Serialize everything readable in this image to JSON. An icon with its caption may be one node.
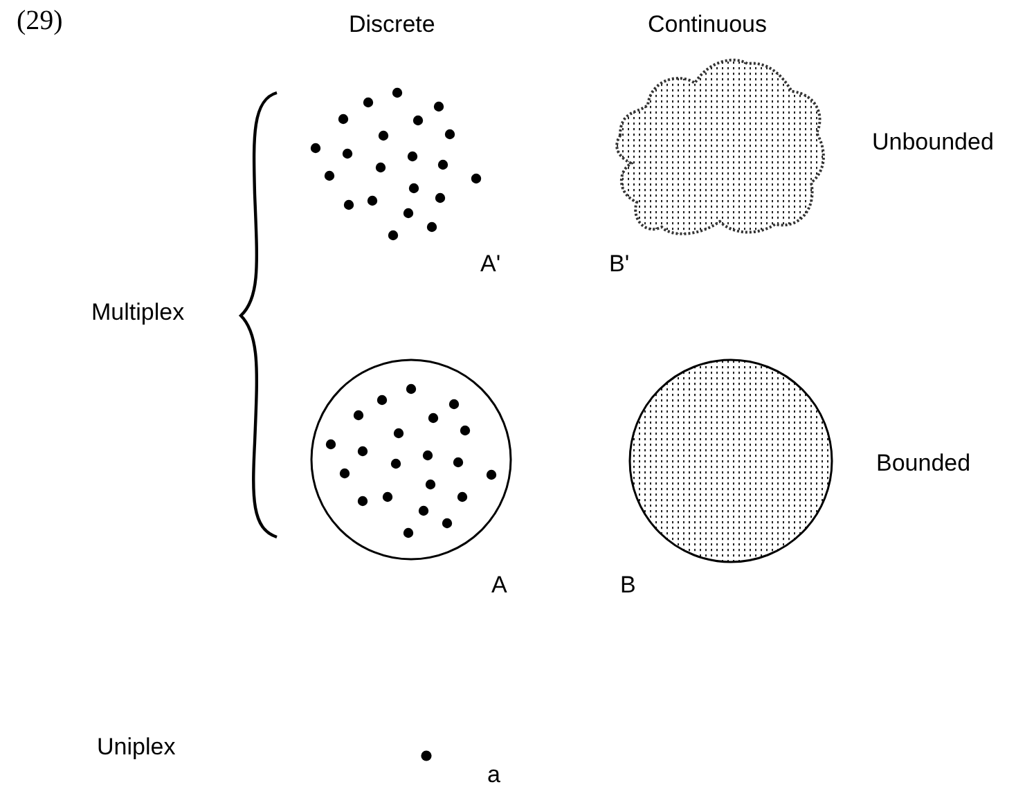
{
  "diagram": {
    "labels": [
      "(29)",
      "Discrete",
      "Continuous",
      "Unbounded",
      "A'",
      "B'",
      "Multiplex",
      "Bounded",
      "A",
      "B",
      "Uniplex",
      "a"
    ]
  }
}
